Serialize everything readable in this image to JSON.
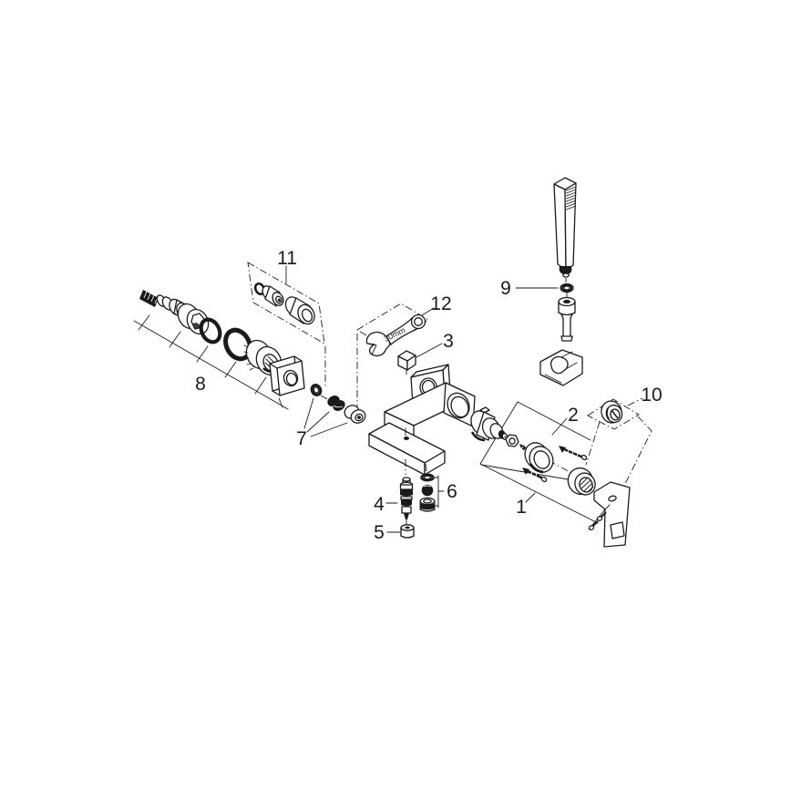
{
  "diagram": {
    "type": "exploded-parts-diagram",
    "background_color": "#ffffff",
    "line_color": "#1a1a1a",
    "callouts": [
      {
        "number": "1"
      },
      {
        "number": "2"
      },
      {
        "number": "3"
      },
      {
        "number": "4"
      },
      {
        "number": "5"
      },
      {
        "number": "6"
      },
      {
        "number": "7"
      },
      {
        "number": "8"
      },
      {
        "number": "9"
      },
      {
        "number": "10"
      },
      {
        "number": "11"
      },
      {
        "number": "12"
      }
    ],
    "annotations": [
      {
        "text": "30mm"
      }
    ]
  }
}
